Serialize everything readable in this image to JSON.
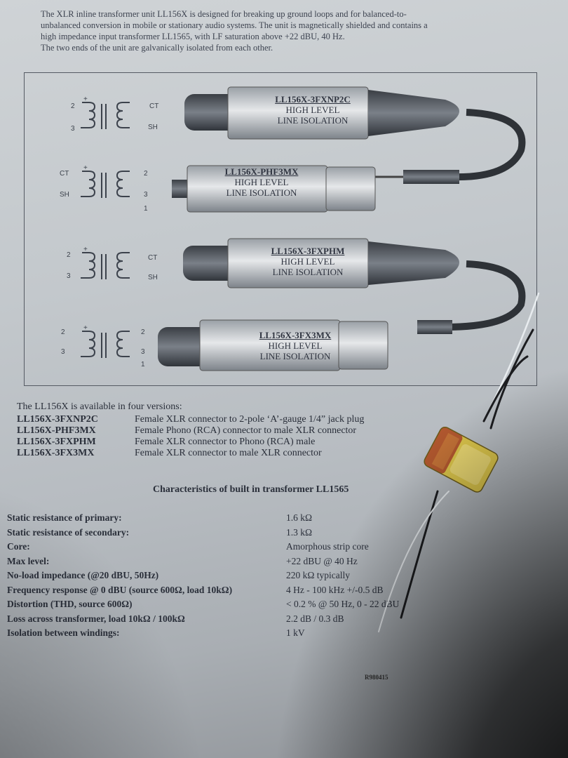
{
  "intro": [
    "The XLR inline transformer unit LL156X is designed for breaking up ground loops and for balanced-to-",
    "unbalanced conversion in mobile or stationary audio systems. The unit is magnetically shielded and contains a",
    "high impedance input transformer LL1565, with LF saturation above +22 dBU, 40 Hz.",
    "The two ends of the unit are galvanically isolated from each other."
  ],
  "diagram": {
    "pin_labels": [
      "2",
      "3",
      "CT",
      "SH",
      "1",
      "+"
    ],
    "plugs": [
      {
        "model": "LL156X-3FXNP2C",
        "line1": "HIGH LEVEL",
        "line2": "LINE ISOLATION"
      },
      {
        "model": "LL156X-PHF3MX",
        "line1": "HIGH LEVEL",
        "line2": "LINE ISOLATION"
      },
      {
        "model": "LL156X-3FXPHM",
        "line1": "HIGH LEVEL",
        "line2": "LINE ISOLATION"
      },
      {
        "model": "LL156X-3FX3MX",
        "line1": "HIGH LEVEL",
        "line2": "LINE ISOLATION"
      }
    ]
  },
  "versions": {
    "title": "The LL156X is available in four versions:",
    "items": [
      {
        "model": "LL156X-3FXNP2C",
        "desc": "Female XLR connector to 2-pole ‘A’-gauge 1/4” jack plug"
      },
      {
        "model": "LL156X-PHF3MX",
        "desc": "Female Phono (RCA) connector to male XLR connector"
      },
      {
        "model": "LL156X-3FXPHM",
        "desc": "Female XLR connector to Phono (RCA) male"
      },
      {
        "model": "LL156X-3FX3MX",
        "desc": "Female XLR connector to male XLR connector"
      }
    ]
  },
  "characteristics": {
    "title": "Characteristics of built in transformer LL1565",
    "rows": [
      {
        "label": "Static resistance of primary:",
        "value": "1.6 kΩ"
      },
      {
        "label": "Static resistance of secondary:",
        "value": "1.3 kΩ"
      },
      {
        "label": "Core:",
        "value": "Amorphous strip core"
      },
      {
        "label": "Max level:",
        "value": "+22 dBU @ 40 Hz"
      },
      {
        "label": "No-load impedance (@20 dBU, 50Hz)",
        "value": "220 kΩ typically"
      },
      {
        "label": "Frequency response @ 0 dBU (source 600Ω, load 10kΩ)",
        "value": "4 Hz - 100 kHz +/-0.5 dB"
      },
      {
        "label": "Distortion (THD, source 600Ω)",
        "value": "< 0.2 % @ 50 Hz, 0 - 22 dBU"
      },
      {
        "label": "Loss across transformer, load 10kΩ / 100kΩ",
        "value": "2.2 dB / 0.3 dB"
      },
      {
        "label": "Isolation between windings:",
        "value": "1 kV"
      }
    ]
  },
  "footer_code": "R980415"
}
